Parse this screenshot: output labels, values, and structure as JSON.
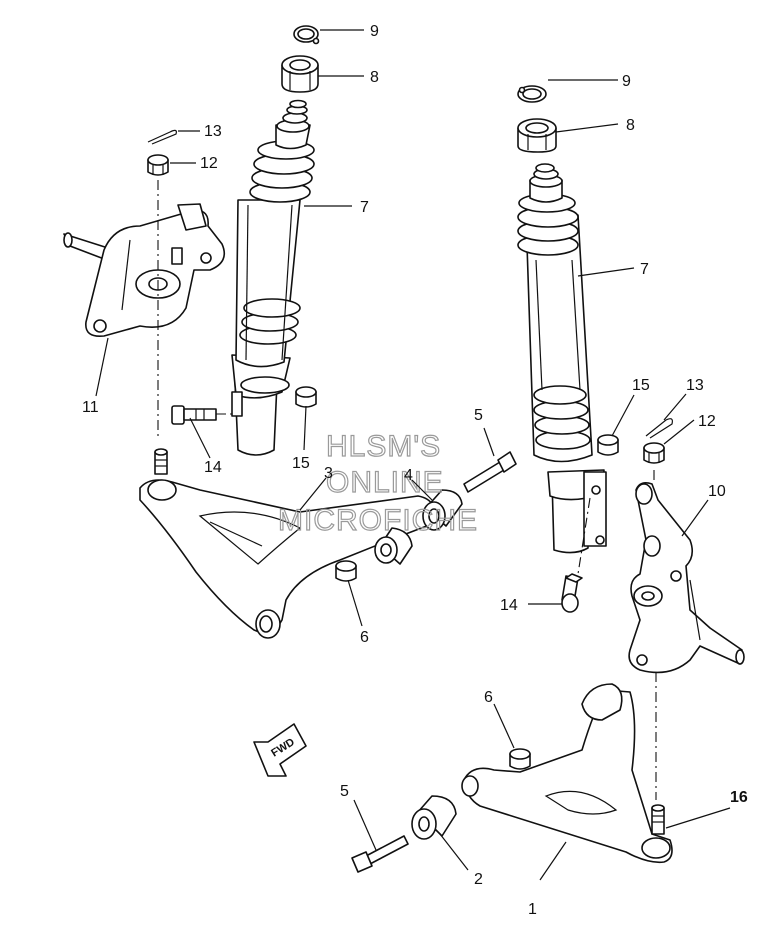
{
  "callouts": {
    "n1": "1",
    "n2": "2",
    "n3": "3",
    "n4": "4",
    "n5a": "5",
    "n5b": "5",
    "n6a": "6",
    "n6b": "6",
    "n7a": "7",
    "n7b": "7",
    "n8a": "8",
    "n8b": "8",
    "n9a": "9",
    "n9b": "9",
    "n10": "10",
    "n11": "11",
    "n12a": "12",
    "n12b": "12",
    "n13a": "13",
    "n13b": "13",
    "n14a": "14",
    "n14b": "14",
    "n15a": "15",
    "n15b": "15",
    "n16": "16"
  },
  "watermark": {
    "line1": "HLSM'S",
    "line2": "ONLINE",
    "line3": "MICROFICHE"
  },
  "fwd_label": "FWD"
}
